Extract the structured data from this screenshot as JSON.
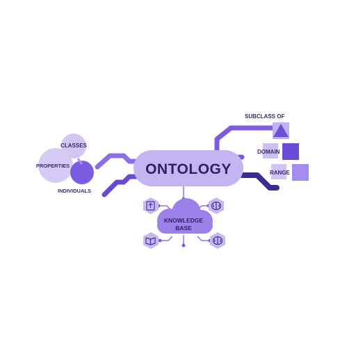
{
  "title": "ONTOLOGY",
  "left_cluster": {
    "classes": "CLASSES",
    "properties": "PROPERTIES",
    "individuals": "INDIVIDUALS"
  },
  "right_cluster": {
    "subclass_of": "SUBCLASS OF",
    "domain": "DOMAIN",
    "range": "RANGE"
  },
  "knowledge_base": {
    "line1": "KNOWLEDGE",
    "line2": "BASE"
  },
  "colors": {
    "light_purple": "#c8b7f0",
    "mid_purple": "#9a7ee6",
    "accent_purple": "#7b5ce0",
    "dark_purple": "#4a2fa8",
    "text": "#3a2a6e"
  },
  "icons": [
    "book-upload-icon",
    "brain-icon",
    "book-open-icon",
    "brain-icon"
  ]
}
